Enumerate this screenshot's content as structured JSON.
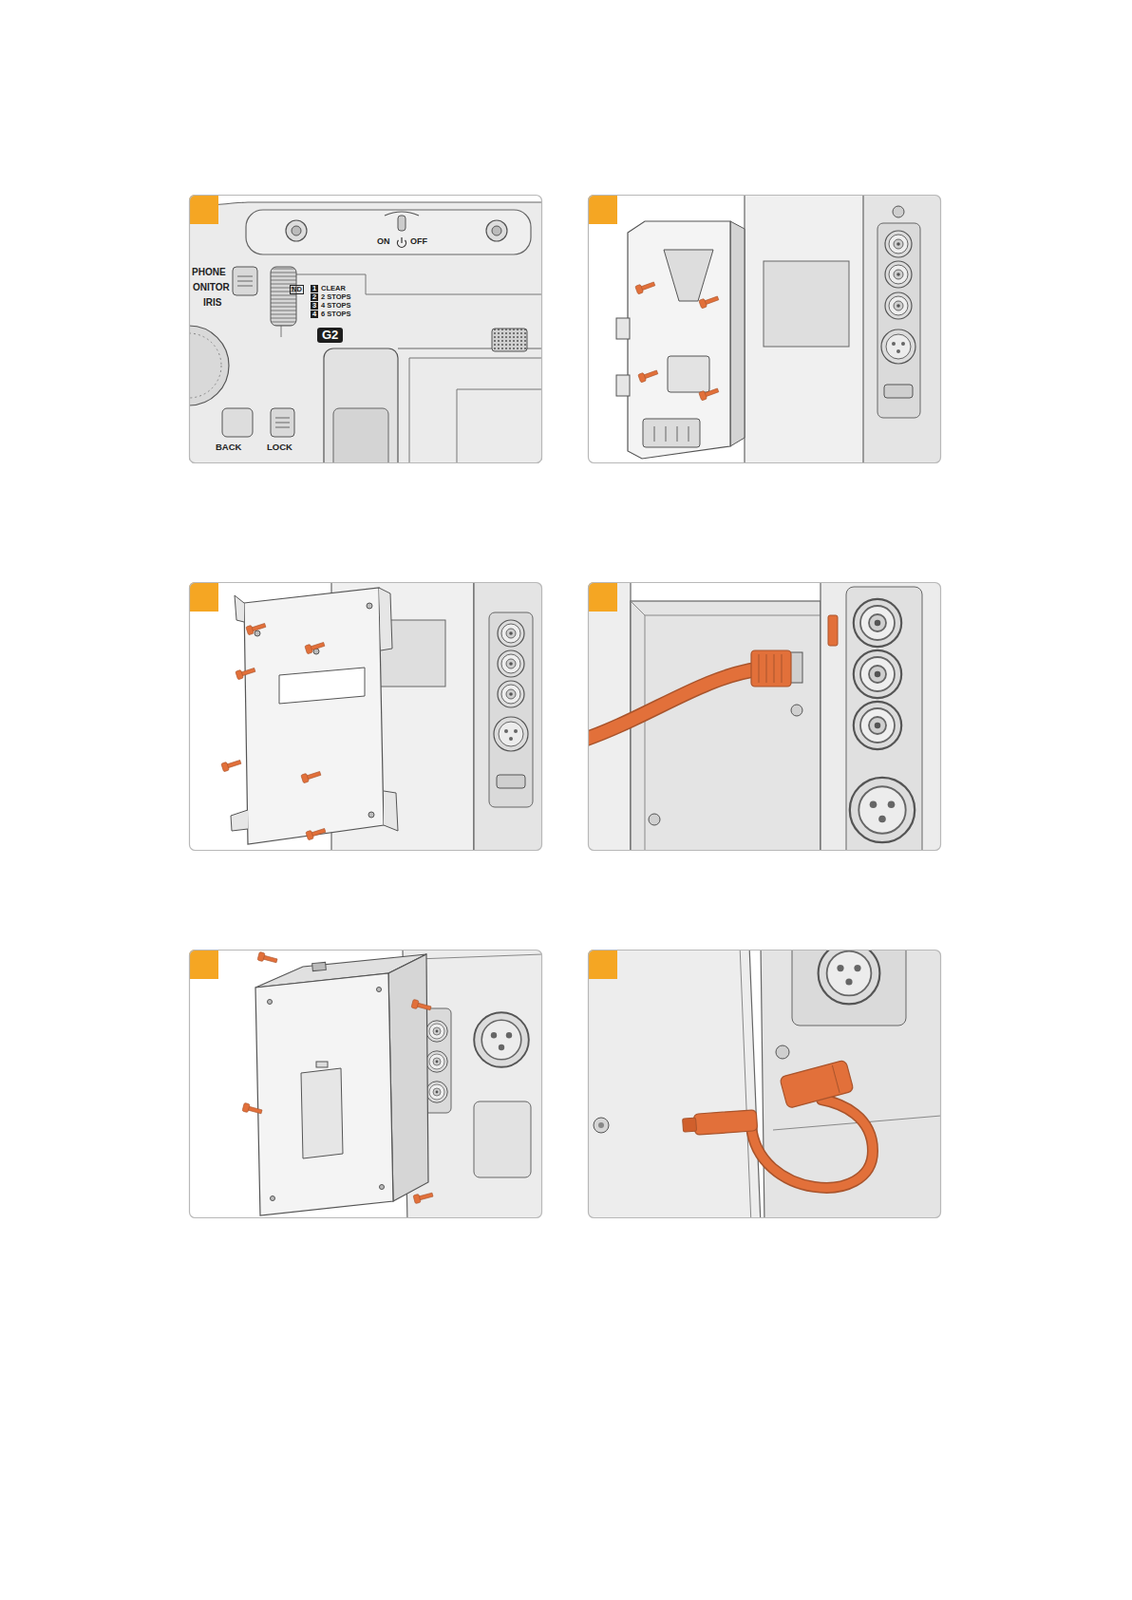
{
  "diagram": {
    "labels": [
      "ON",
      "OFF",
      "ND",
      "1",
      "CLEAR",
      "2",
      "2 STOPS",
      "3",
      "4 STOPS",
      "4",
      "6 STOPS",
      "PHONE",
      "ONITOR",
      "IRIS",
      "G2",
      "BACK",
      "LOCK"
    ]
  }
}
